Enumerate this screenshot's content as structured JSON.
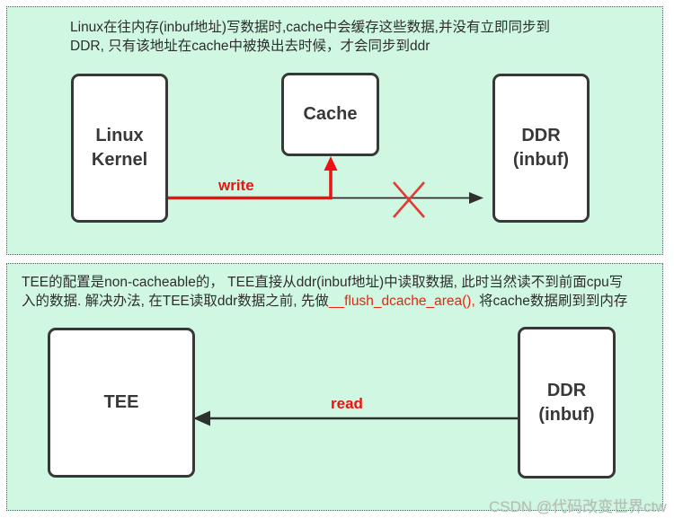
{
  "page": {
    "watermark": "CSDN @代码改变世界ctw"
  },
  "colors": {
    "panel_bg": "#cff7e2",
    "panel_border": "#5a5a5a",
    "box_border": "#383838",
    "arrow_black": "#2f2f2f",
    "accent_red": "#ee1111",
    "cross_red": "#e53935"
  },
  "top_panel": {
    "description": {
      "line1": "Linux在往内存(inbuf地址)写数据时,cache中会缓存这些数据,并没有立即同步到",
      "line2": "DDR, 只有该地址在cache中被换出去时候，才会同步到ddr"
    },
    "nodes": {
      "linux_kernel": {
        "line1": "Linux",
        "line2": "Kernel"
      },
      "cache": {
        "label": "Cache"
      },
      "ddr": {
        "line1": "DDR",
        "line2": "(inbuf)"
      }
    },
    "edges": {
      "write_label": "write"
    }
  },
  "bottom_panel": {
    "description": {
      "line1": "TEE的配置是non-cacheable的， TEE直接从ddr(inbuf地址)中读取数据, 此时当然读不到前面cpu写",
      "line2_part1": "入的数据. 解决办法, 在TEE读取ddr数据之前, 先做",
      "line2_red": "__flush_dcache_area(),",
      "line2_part2": " 将cache数据刷到到内存"
    },
    "nodes": {
      "tee": {
        "label": "TEE"
      },
      "ddr": {
        "line1": "DDR",
        "line2": "(inbuf)"
      }
    },
    "edges": {
      "read_label": "read"
    }
  }
}
